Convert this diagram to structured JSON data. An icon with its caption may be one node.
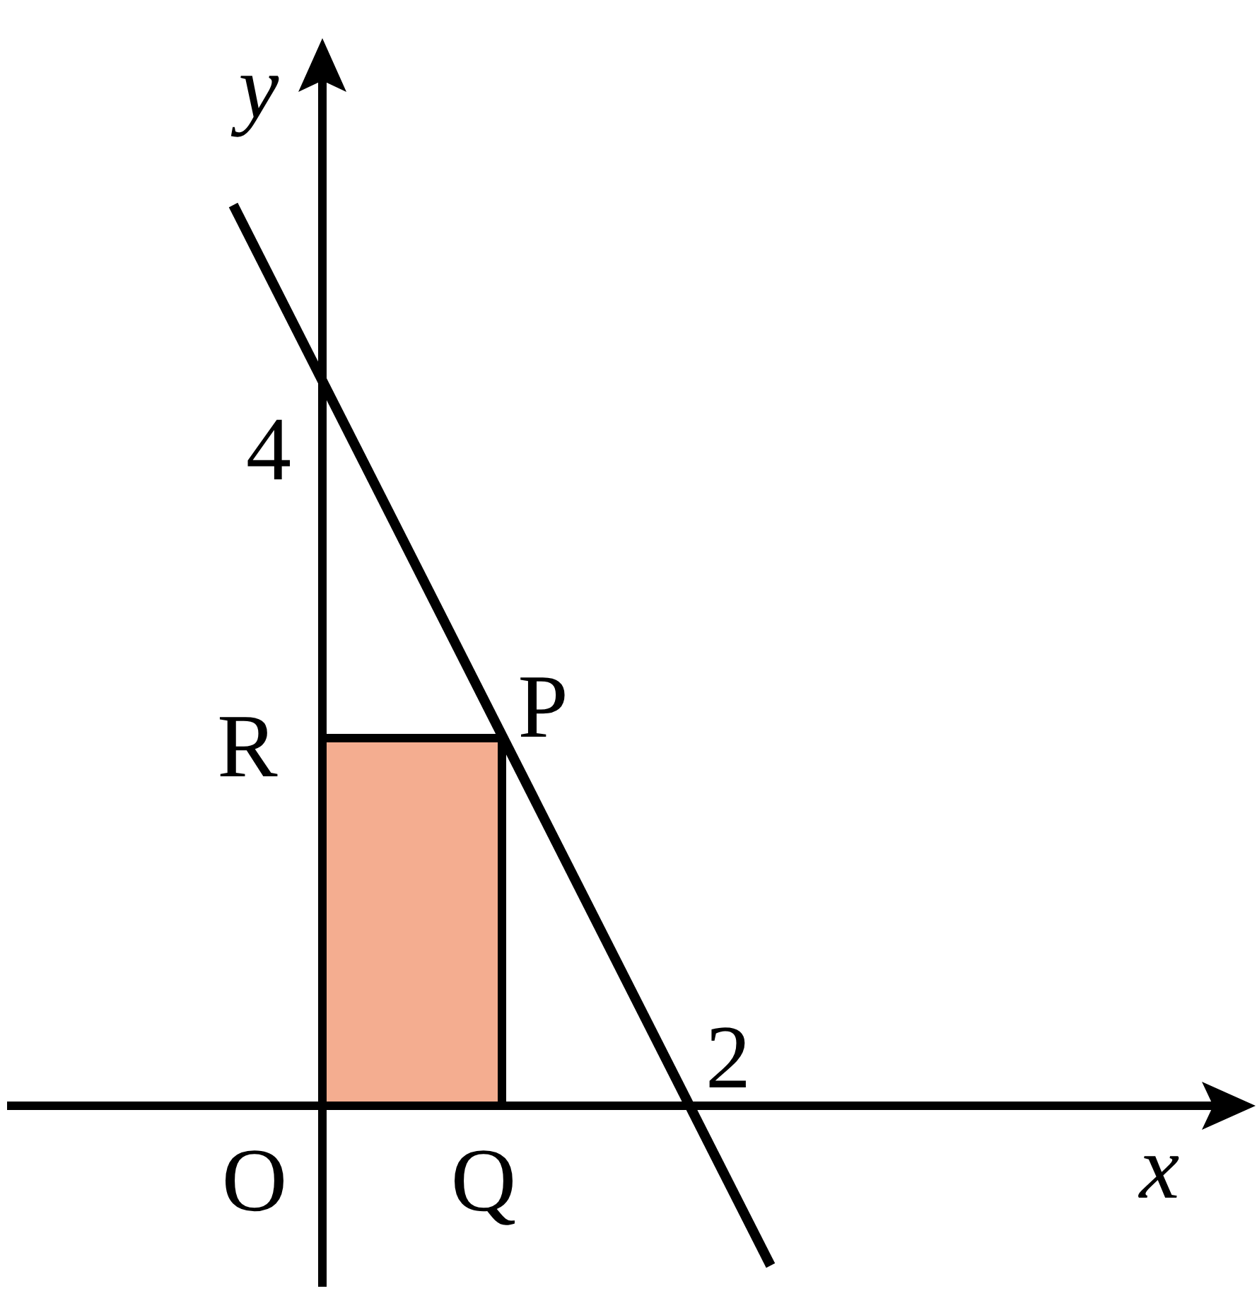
{
  "diagram": {
    "labels": [
      "y",
      "4",
      "R",
      "P",
      "2",
      "O",
      "Q",
      "x"
    ]
  }
}
